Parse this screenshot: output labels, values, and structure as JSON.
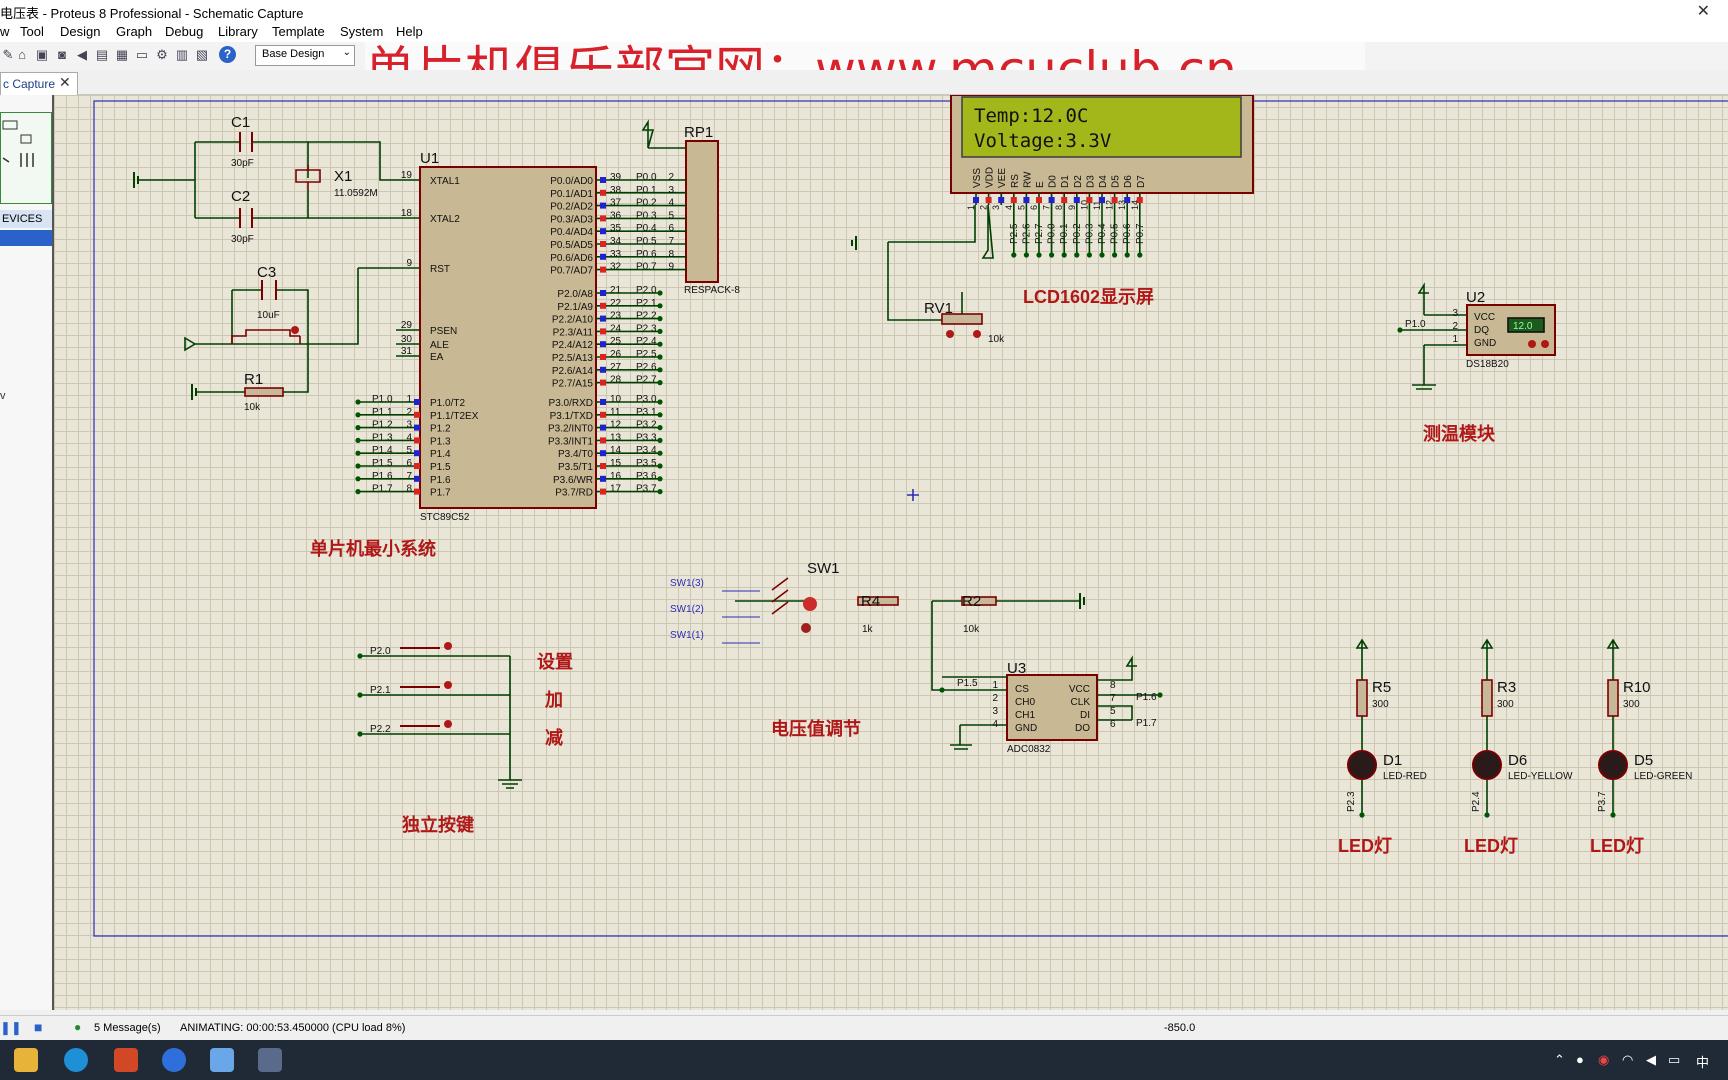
{
  "window": {
    "title": "电压表 - Proteus 8 Professional - Schematic Capture"
  },
  "menu": [
    "w",
    "Tool",
    "Design",
    "Graph",
    "Debug",
    "Library",
    "Template",
    "System",
    "Help"
  ],
  "toolbar": {
    "design_select": "Base Design"
  },
  "watermark": "单片机俱乐部官网：www.mcuclub.cn",
  "tab": {
    "label": "c Capture"
  },
  "left_panel": {
    "devices_label": "EVICES",
    "side_char": "v"
  },
  "lcd": {
    "line1": "Temp:12.0C",
    "line2": "Voltage:3.3V"
  },
  "labels": {
    "mcu_system": "单片机最小系统",
    "lcd1602": "LCD1602显示屏",
    "temp_module": "测温模块",
    "keys": "独立按键",
    "set": "设置",
    "add": "加",
    "sub": "减",
    "voltage_adj": "电压值调节",
    "led_red": "LED灯",
    "led_yellow": "LED灯",
    "led_green": "LED灯"
  },
  "components": {
    "c1": "C1",
    "c1v": "30pF",
    "c2": "C2",
    "c2v": "30pF",
    "x1": "X1",
    "x1v": "11.0592M",
    "c3": "C3",
    "c3v": "10uF",
    "r1": "R1",
    "r1v": "10k",
    "u1": "U1",
    "u1part": "STC89C52",
    "rp1": "RP1",
    "rp1part": "RESPACK-8",
    "rv1": "RV1",
    "rv1v": "10k",
    "u2": "U2",
    "u2part": "DS18B20",
    "u2disp": "12.0",
    "sw1": "SW1",
    "r4": "R4",
    "r4v": "1k",
    "r2": "R2",
    "r2v": "10k",
    "u3": "U3",
    "u3part": "ADC0832",
    "r5": "R5",
    "r5v": "300",
    "r3": "R3",
    "r3v": "300",
    "r10": "R10",
    "r10v": "300",
    "d1": "D1",
    "d1v": "LED-RED",
    "d6": "D6",
    "d6v": "LED-YELLOW",
    "d5": "D5",
    "d5v": "LED-GREEN"
  },
  "u1_left": {
    "pins": [
      {
        "num": "19",
        "name": "XTAL1"
      },
      {
        "num": "18",
        "name": "XTAL2"
      },
      {
        "num": "9",
        "name": "RST"
      },
      {
        "num": "29",
        "name": "PSEN"
      },
      {
        "num": "30",
        "name": "ALE"
      },
      {
        "num": "31",
        "name": "EA"
      }
    ],
    "p1": [
      {
        "num": "1",
        "name": "P1.0/T2",
        "net": "P1.0"
      },
      {
        "num": "2",
        "name": "P1.1/T2EX",
        "net": "P1.1"
      },
      {
        "num": "3",
        "name": "P1.2",
        "net": "P1.2"
      },
      {
        "num": "4",
        "name": "P1.3",
        "net": "P1.3"
      },
      {
        "num": "5",
        "name": "P1.4",
        "net": "P1.4"
      },
      {
        "num": "6",
        "name": "P1.5",
        "net": "P1.5"
      },
      {
        "num": "7",
        "name": "P1.6",
        "net": "P1.6"
      },
      {
        "num": "8",
        "name": "P1.7",
        "net": "P1.7"
      }
    ]
  },
  "u1_right": {
    "p0": [
      {
        "num": "39",
        "name": "P0.0/AD0",
        "net": "P0.0",
        "rp": "2"
      },
      {
        "num": "38",
        "name": "P0.1/AD1",
        "net": "P0.1",
        "rp": "3"
      },
      {
        "num": "37",
        "name": "P0.2/AD2",
        "net": "P0.2",
        "rp": "4"
      },
      {
        "num": "36",
        "name": "P0.3/AD3",
        "net": "P0.3",
        "rp": "5"
      },
      {
        "num": "35",
        "name": "P0.4/AD4",
        "net": "P0.4",
        "rp": "6"
      },
      {
        "num": "34",
        "name": "P0.5/AD5",
        "net": "P0.5",
        "rp": "7"
      },
      {
        "num": "33",
        "name": "P0.6/AD6",
        "net": "P0.6",
        "rp": "8"
      },
      {
        "num": "32",
        "name": "P0.7/AD7",
        "net": "P0.7",
        "rp": "9"
      }
    ],
    "p2": [
      {
        "num": "21",
        "name": "P2.0/A8",
        "net": "P2.0"
      },
      {
        "num": "22",
        "name": "P2.1/A9",
        "net": "P2.1"
      },
      {
        "num": "23",
        "name": "P2.2/A10",
        "net": "P2.2"
      },
      {
        "num": "24",
        "name": "P2.3/A11",
        "net": "P2.3"
      },
      {
        "num": "25",
        "name": "P2.4/A12",
        "net": "P2.4"
      },
      {
        "num": "26",
        "name": "P2.5/A13",
        "net": "P2.5"
      },
      {
        "num": "27",
        "name": "P2.6/A14",
        "net": "P2.6"
      },
      {
        "num": "28",
        "name": "P2.7/A15",
        "net": "P2.7"
      }
    ],
    "p3": [
      {
        "num": "10",
        "name": "P3.0/RXD",
        "net": "P3.0"
      },
      {
        "num": "11",
        "name": "P3.1/TXD",
        "net": "P3.1"
      },
      {
        "num": "12",
        "name": "P3.2/INT0",
        "net": "P3.2"
      },
      {
        "num": "13",
        "name": "P3.3/INT1",
        "net": "P3.3"
      },
      {
        "num": "14",
        "name": "P3.4/T0",
        "net": "P3.4"
      },
      {
        "num": "15",
        "name": "P3.5/T1",
        "net": "P3.5"
      },
      {
        "num": "16",
        "name": "P3.6/WR",
        "net": "P3.6"
      },
      {
        "num": "17",
        "name": "P3.7/RD",
        "net": "P3.7"
      }
    ]
  },
  "lcd_pins": [
    "VSS",
    "VDD",
    "VEE",
    "RS",
    "RW",
    "E",
    "D0",
    "D1",
    "D2",
    "D3",
    "D4",
    "D5",
    "D6",
    "D7"
  ],
  "lcd_pin_nums": [
    "1",
    "2",
    "3",
    "4",
    "5",
    "6",
    "7",
    "8",
    "9",
    "10",
    "11",
    "12",
    "13",
    "14"
  ],
  "lcd_nets": [
    "P2.5",
    "P2.6",
    "P2.7",
    "P0.0",
    "P0.1",
    "P0.2",
    "P0.3",
    "P0.4",
    "P0.5",
    "P0.6",
    "P0.7"
  ],
  "u2_pins": [
    {
      "num": "3",
      "name": "VCC"
    },
    {
      "num": "2",
      "name": "DQ"
    },
    {
      "num": "1",
      "name": "GND"
    }
  ],
  "u2_net": "P1.0",
  "u3_left": [
    {
      "num": "1",
      "name": "CS"
    },
    {
      "num": "2",
      "name": "CH0"
    },
    {
      "num": "3",
      "name": "CH1"
    },
    {
      "num": "4",
      "name": "GND"
    }
  ],
  "u3_right": [
    {
      "num": "8",
      "name": "VCC"
    },
    {
      "num": "7",
      "name": "CLK"
    },
    {
      "num": "5",
      "name": "DI"
    },
    {
      "num": "6",
      "name": "DO"
    }
  ],
  "u3_nets": {
    "cs": "P1.5",
    "clk": "P1.6",
    "do": "P1.7"
  },
  "sw_labels": [
    "SW1(3)",
    "SW1(2)",
    "SW1(1)"
  ],
  "key_nets": [
    "P2.0",
    "P2.1",
    "P2.2"
  ],
  "led_nets": [
    "P2.3",
    "P2.4",
    "P3.7"
  ],
  "status": {
    "messages": "5 Message(s)",
    "animating": "ANIMATING: 00:00:53.450000 (CPU load 8%)",
    "coord": "-850.0"
  },
  "tray": {
    "ime": "中"
  }
}
